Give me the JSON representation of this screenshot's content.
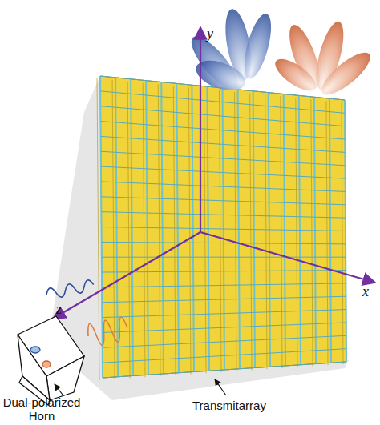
{
  "diagram": {
    "labels": [
      "y",
      "x",
      "z",
      "Dual-polarized Horn",
      "Transmitarray"
    ]
  }
}
